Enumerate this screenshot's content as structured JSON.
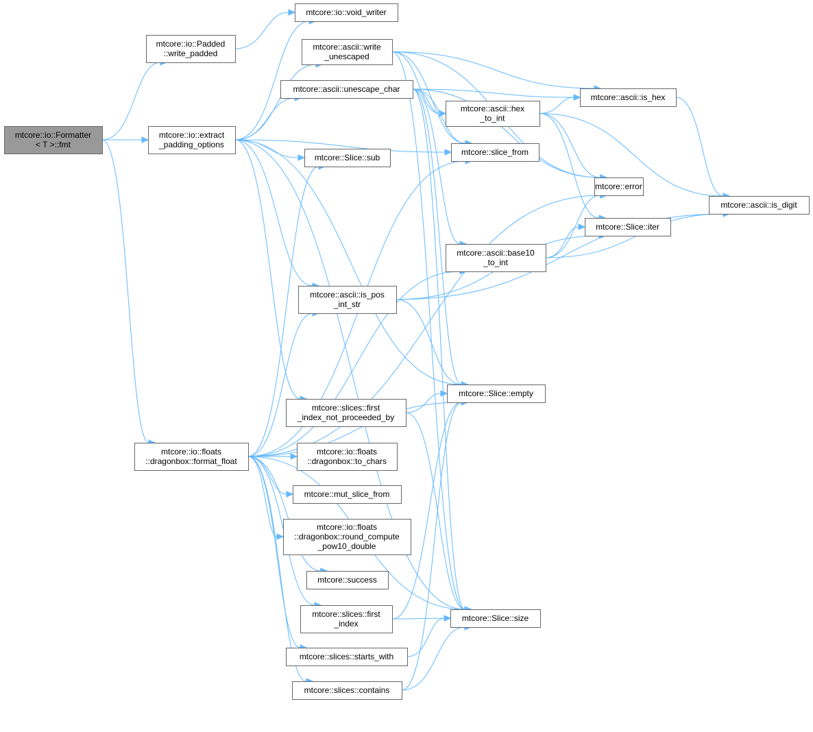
{
  "colors": {
    "edge": "#63b8ff",
    "node_border": "#666666",
    "root_fill": "#999999",
    "node_fill": "#ffffff"
  },
  "nodes": {
    "fmt": {
      "lines": [
        "mtcore::io::Formatter",
        "< T >::fmt"
      ],
      "root": true
    },
    "write_padded": {
      "lines": [
        "mtcore::io::Padded",
        "::write_padded"
      ]
    },
    "void_writer": {
      "lines": [
        "mtcore::io::void_writer"
      ]
    },
    "extract_padding_options": {
      "lines": [
        "mtcore::io::extract",
        "_padding_options"
      ]
    },
    "write_unescaped": {
      "lines": [
        "mtcore::ascii::write",
        "_unescaped"
      ]
    },
    "unescape_char": {
      "lines": [
        "mtcore::ascii::unescape_char"
      ]
    },
    "slice_sub": {
      "lines": [
        "mtcore::Slice::sub"
      ]
    },
    "is_hex": {
      "lines": [
        "mtcore::ascii::is_hex"
      ]
    },
    "hex_to_int": {
      "lines": [
        "mtcore::ascii::hex",
        "_to_int"
      ]
    },
    "slice_from": {
      "lines": [
        "mtcore::slice_from"
      ]
    },
    "error": {
      "lines": [
        "mtcore::error"
      ]
    },
    "is_digit": {
      "lines": [
        "mtcore::ascii::is_digit"
      ]
    },
    "slice_iter": {
      "lines": [
        "mtcore::Slice::iter"
      ]
    },
    "base10_to_int": {
      "lines": [
        "mtcore::ascii::base10",
        "_to_int"
      ]
    },
    "is_pos_int_str": {
      "lines": [
        "mtcore::ascii::is_pos",
        "_int_str"
      ]
    },
    "slice_empty": {
      "lines": [
        "mtcore::Slice::empty"
      ]
    },
    "first_index_not_proceeded_by": {
      "lines": [
        "mtcore::slices::first",
        "_index_not_proceeded_by"
      ]
    },
    "format_float": {
      "lines": [
        "mtcore::io::floats",
        "::dragonbox::format_float"
      ]
    },
    "to_chars": {
      "lines": [
        "mtcore::io::floats",
        "::dragonbox::to_chars"
      ]
    },
    "mut_slice_from": {
      "lines": [
        "mtcore::mut_slice_from"
      ]
    },
    "round_compute_pow10_double": {
      "lines": [
        "mtcore::io::floats",
        "::dragonbox::round_compute",
        "_pow10_double"
      ]
    },
    "success": {
      "lines": [
        "mtcore::success"
      ]
    },
    "first_index": {
      "lines": [
        "mtcore::slices::first",
        "_index"
      ]
    },
    "slice_size": {
      "lines": [
        "mtcore::Slice::size"
      ]
    },
    "starts_with": {
      "lines": [
        "mtcore::slices::starts_with"
      ]
    },
    "contains": {
      "lines": [
        "mtcore::slices::contains"
      ]
    }
  },
  "edges": [
    [
      "fmt",
      "write_padded"
    ],
    [
      "fmt",
      "extract_padding_options"
    ],
    [
      "fmt",
      "format_float"
    ],
    [
      "write_padded",
      "void_writer"
    ],
    [
      "extract_padding_options",
      "void_writer"
    ],
    [
      "extract_padding_options",
      "write_unescaped"
    ],
    [
      "extract_padding_options",
      "unescape_char"
    ],
    [
      "extract_padding_options",
      "slice_sub"
    ],
    [
      "extract_padding_options",
      "slice_from"
    ],
    [
      "extract_padding_options",
      "is_pos_int_str"
    ],
    [
      "extract_padding_options",
      "slice_empty"
    ],
    [
      "extract_padding_options",
      "first_index_not_proceeded_by"
    ],
    [
      "extract_padding_options",
      "slice_size"
    ],
    [
      "write_unescaped",
      "is_hex"
    ],
    [
      "write_unescaped",
      "hex_to_int"
    ],
    [
      "write_unescaped",
      "error"
    ],
    [
      "write_unescaped",
      "slice_from"
    ],
    [
      "write_unescaped",
      "slice_size"
    ],
    [
      "unescape_char",
      "is_hex"
    ],
    [
      "unescape_char",
      "hex_to_int"
    ],
    [
      "unescape_char",
      "slice_from"
    ],
    [
      "unescape_char",
      "error"
    ],
    [
      "unescape_char",
      "base10_to_int"
    ],
    [
      "unescape_char",
      "slice_empty"
    ],
    [
      "unescape_char",
      "slice_size"
    ],
    [
      "hex_to_int",
      "is_hex"
    ],
    [
      "hex_to_int",
      "is_digit"
    ],
    [
      "hex_to_int",
      "error"
    ],
    [
      "hex_to_int",
      "slice_iter"
    ],
    [
      "is_hex",
      "is_digit"
    ],
    [
      "base10_to_int",
      "error"
    ],
    [
      "base10_to_int",
      "slice_iter"
    ],
    [
      "base10_to_int",
      "is_digit"
    ],
    [
      "is_pos_int_str",
      "slice_iter"
    ],
    [
      "is_pos_int_str",
      "is_digit"
    ],
    [
      "is_pos_int_str",
      "slice_empty"
    ],
    [
      "first_index_not_proceeded_by",
      "slice_empty"
    ],
    [
      "first_index_not_proceeded_by",
      "slice_size"
    ],
    [
      "format_float",
      "slice_sub"
    ],
    [
      "format_float",
      "slice_from"
    ],
    [
      "format_float",
      "error"
    ],
    [
      "format_float",
      "base10_to_int"
    ],
    [
      "format_float",
      "is_pos_int_str"
    ],
    [
      "format_float",
      "slice_empty"
    ],
    [
      "format_float",
      "to_chars"
    ],
    [
      "format_float",
      "mut_slice_from"
    ],
    [
      "format_float",
      "round_compute_pow10_double"
    ],
    [
      "format_float",
      "success"
    ],
    [
      "format_float",
      "first_index"
    ],
    [
      "format_float",
      "starts_with"
    ],
    [
      "format_float",
      "contains"
    ],
    [
      "format_float",
      "slice_size"
    ],
    [
      "first_index",
      "slice_empty"
    ],
    [
      "first_index",
      "slice_size"
    ],
    [
      "starts_with",
      "slice_size"
    ],
    [
      "contains",
      "slice_empty"
    ],
    [
      "contains",
      "slice_size"
    ]
  ]
}
